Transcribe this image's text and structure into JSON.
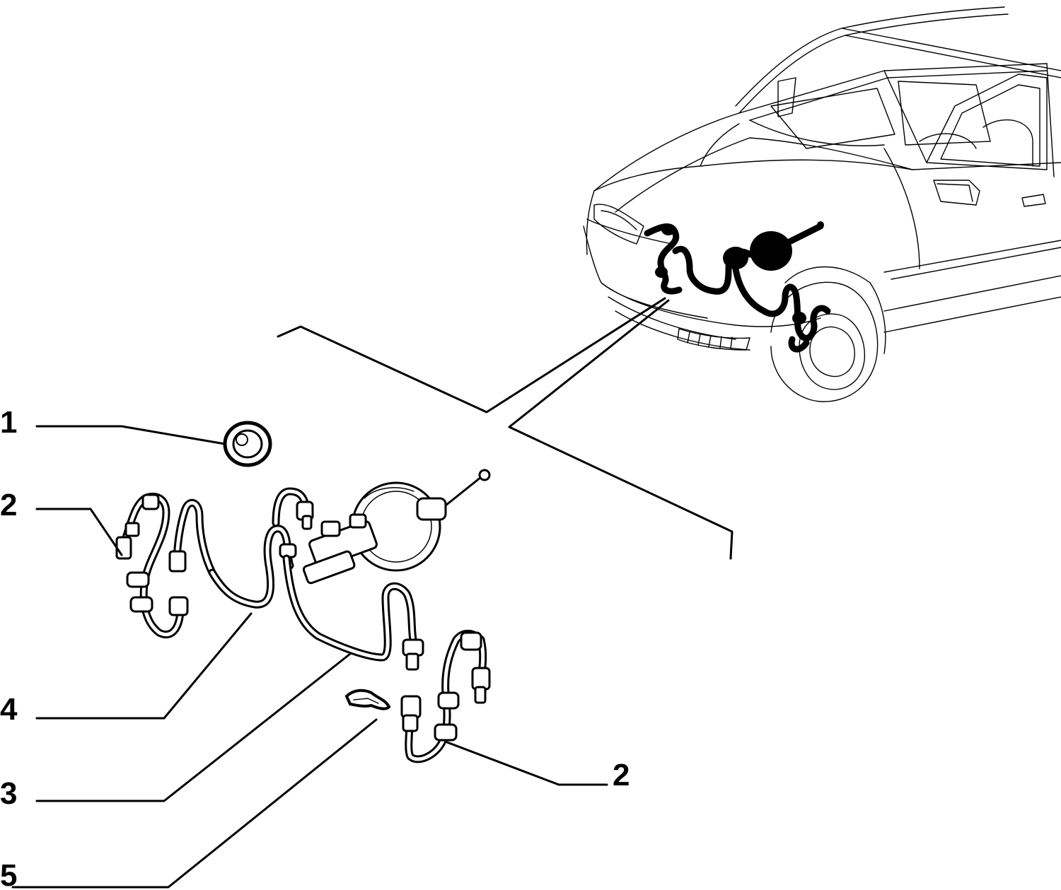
{
  "callouts": {
    "c1": "1",
    "c2a": "2",
    "c4": "4",
    "c3": "3",
    "c5": "5",
    "c2b": "2"
  }
}
